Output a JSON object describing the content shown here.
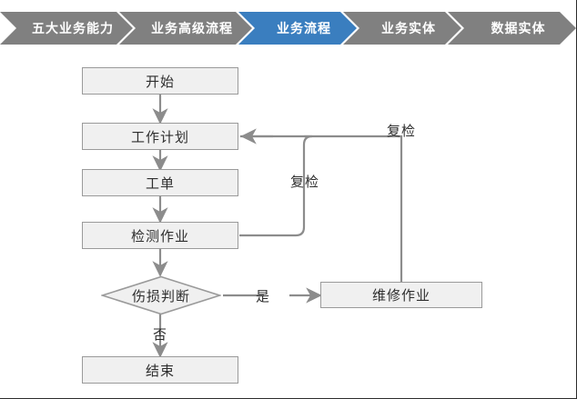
{
  "breadcrumb": {
    "active_color": "#3a7ebf",
    "inactive_color": "#808080",
    "items": [
      {
        "label": "五大业务能力",
        "active": false
      },
      {
        "label": "业务高级流程",
        "active": false
      },
      {
        "label": "业务流程",
        "active": true
      },
      {
        "label": "业务实体",
        "active": false
      },
      {
        "label": "数据实体",
        "active": false
      }
    ]
  },
  "flowchart": {
    "node_fill": "#f0f0f0",
    "node_border": "#9a9a9a",
    "connector_color": "#8c8c8c",
    "nodes": {
      "start": {
        "label": "开始",
        "shape": "rect"
      },
      "work_plan": {
        "label": "工作计划",
        "shape": "rect"
      },
      "work_order": {
        "label": "工单",
        "shape": "rect"
      },
      "inspection": {
        "label": "检测作业",
        "shape": "rect"
      },
      "decision": {
        "label": "伤损判断",
        "shape": "diamond"
      },
      "repair": {
        "label": "维修作业",
        "shape": "rect"
      },
      "end": {
        "label": "结束",
        "shape": "rect"
      }
    },
    "edge_labels": {
      "yes": "是",
      "no": "否",
      "recheck_inner": "复检",
      "recheck_outer": "复检"
    }
  }
}
